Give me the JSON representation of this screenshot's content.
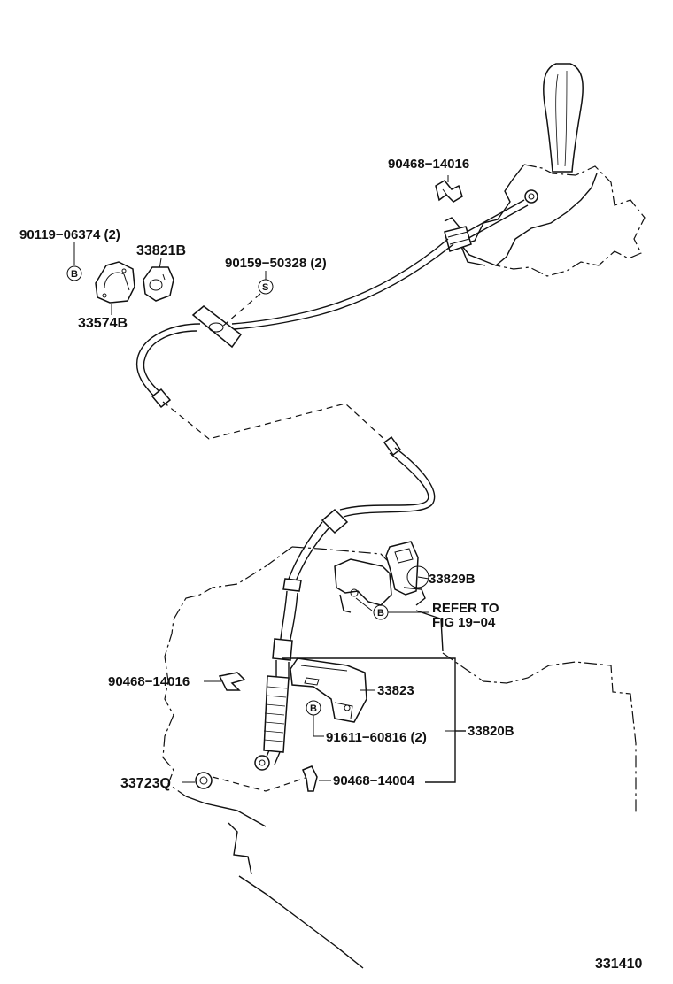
{
  "labels": {
    "p90468_14016_top": "90468−14016",
    "p90119_06374": "90119−06374 (2)",
    "p33821B": "33821B",
    "p90159_50328": "90159−50328 (2)",
    "p33574B": "33574B",
    "p33829B": "33829B",
    "refer_line1": "REFER TO",
    "refer_line2": "FIG 19−04",
    "p90468_14016_mid": "90468−14016",
    "p33823": "33823",
    "p91611_60816": "91611−60816 (2)",
    "p33820B": "33820B",
    "p33723Q": "33723Q",
    "p90468_14004": "90468−14004",
    "diagram_number": "331410"
  },
  "symbols": {
    "b_marker": "B",
    "s_marker": "S"
  }
}
